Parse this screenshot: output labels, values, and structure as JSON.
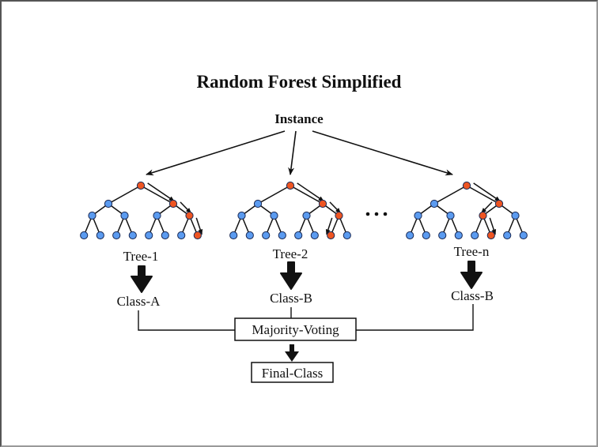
{
  "title": "Random Forest Simplified",
  "instance_label": "Instance",
  "ellipsis": "...",
  "trees": [
    {
      "name": "Tree-1",
      "class_label": "Class-A",
      "path": [
        "R",
        "R",
        "R"
      ]
    },
    {
      "name": "Tree-2",
      "class_label": "Class-B",
      "path": [
        "R",
        "R",
        "L"
      ]
    },
    {
      "name": "Tree-n",
      "class_label": "Class-B",
      "path": [
        "R",
        "L",
        "R"
      ]
    }
  ],
  "aggregator_label": "Majority-Voting",
  "output_label": "Final-Class",
  "colors": {
    "node_default": "#5b9bf0",
    "node_path": "#ee5522",
    "node_stroke": "#1a2a55",
    "edge": "#111111"
  }
}
